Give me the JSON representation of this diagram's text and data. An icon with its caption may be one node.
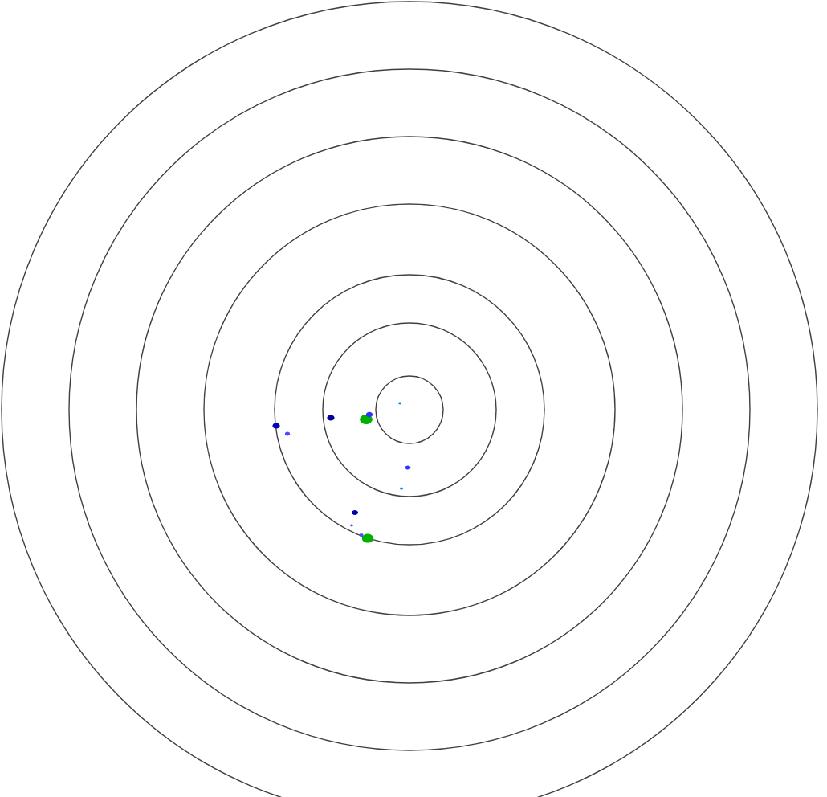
{
  "diagram": {
    "nodes": [
      {
        "text": [],
        "shape": "circle"
      },
      {
        "text": [],
        "shape": "circle",
        "in": 0
      },
      {
        "text": [],
        "shape": "circle",
        "in": 1
      },
      {
        "text": [],
        "shape": "circle",
        "in": 2
      },
      {
        "text": [],
        "shape": "circle",
        "in": 3
      },
      {
        "text": [],
        "shape": "circle",
        "in": 4
      },
      {
        "text": [],
        "shape": "circle",
        "in": 5
      }
    ]
  }
}
